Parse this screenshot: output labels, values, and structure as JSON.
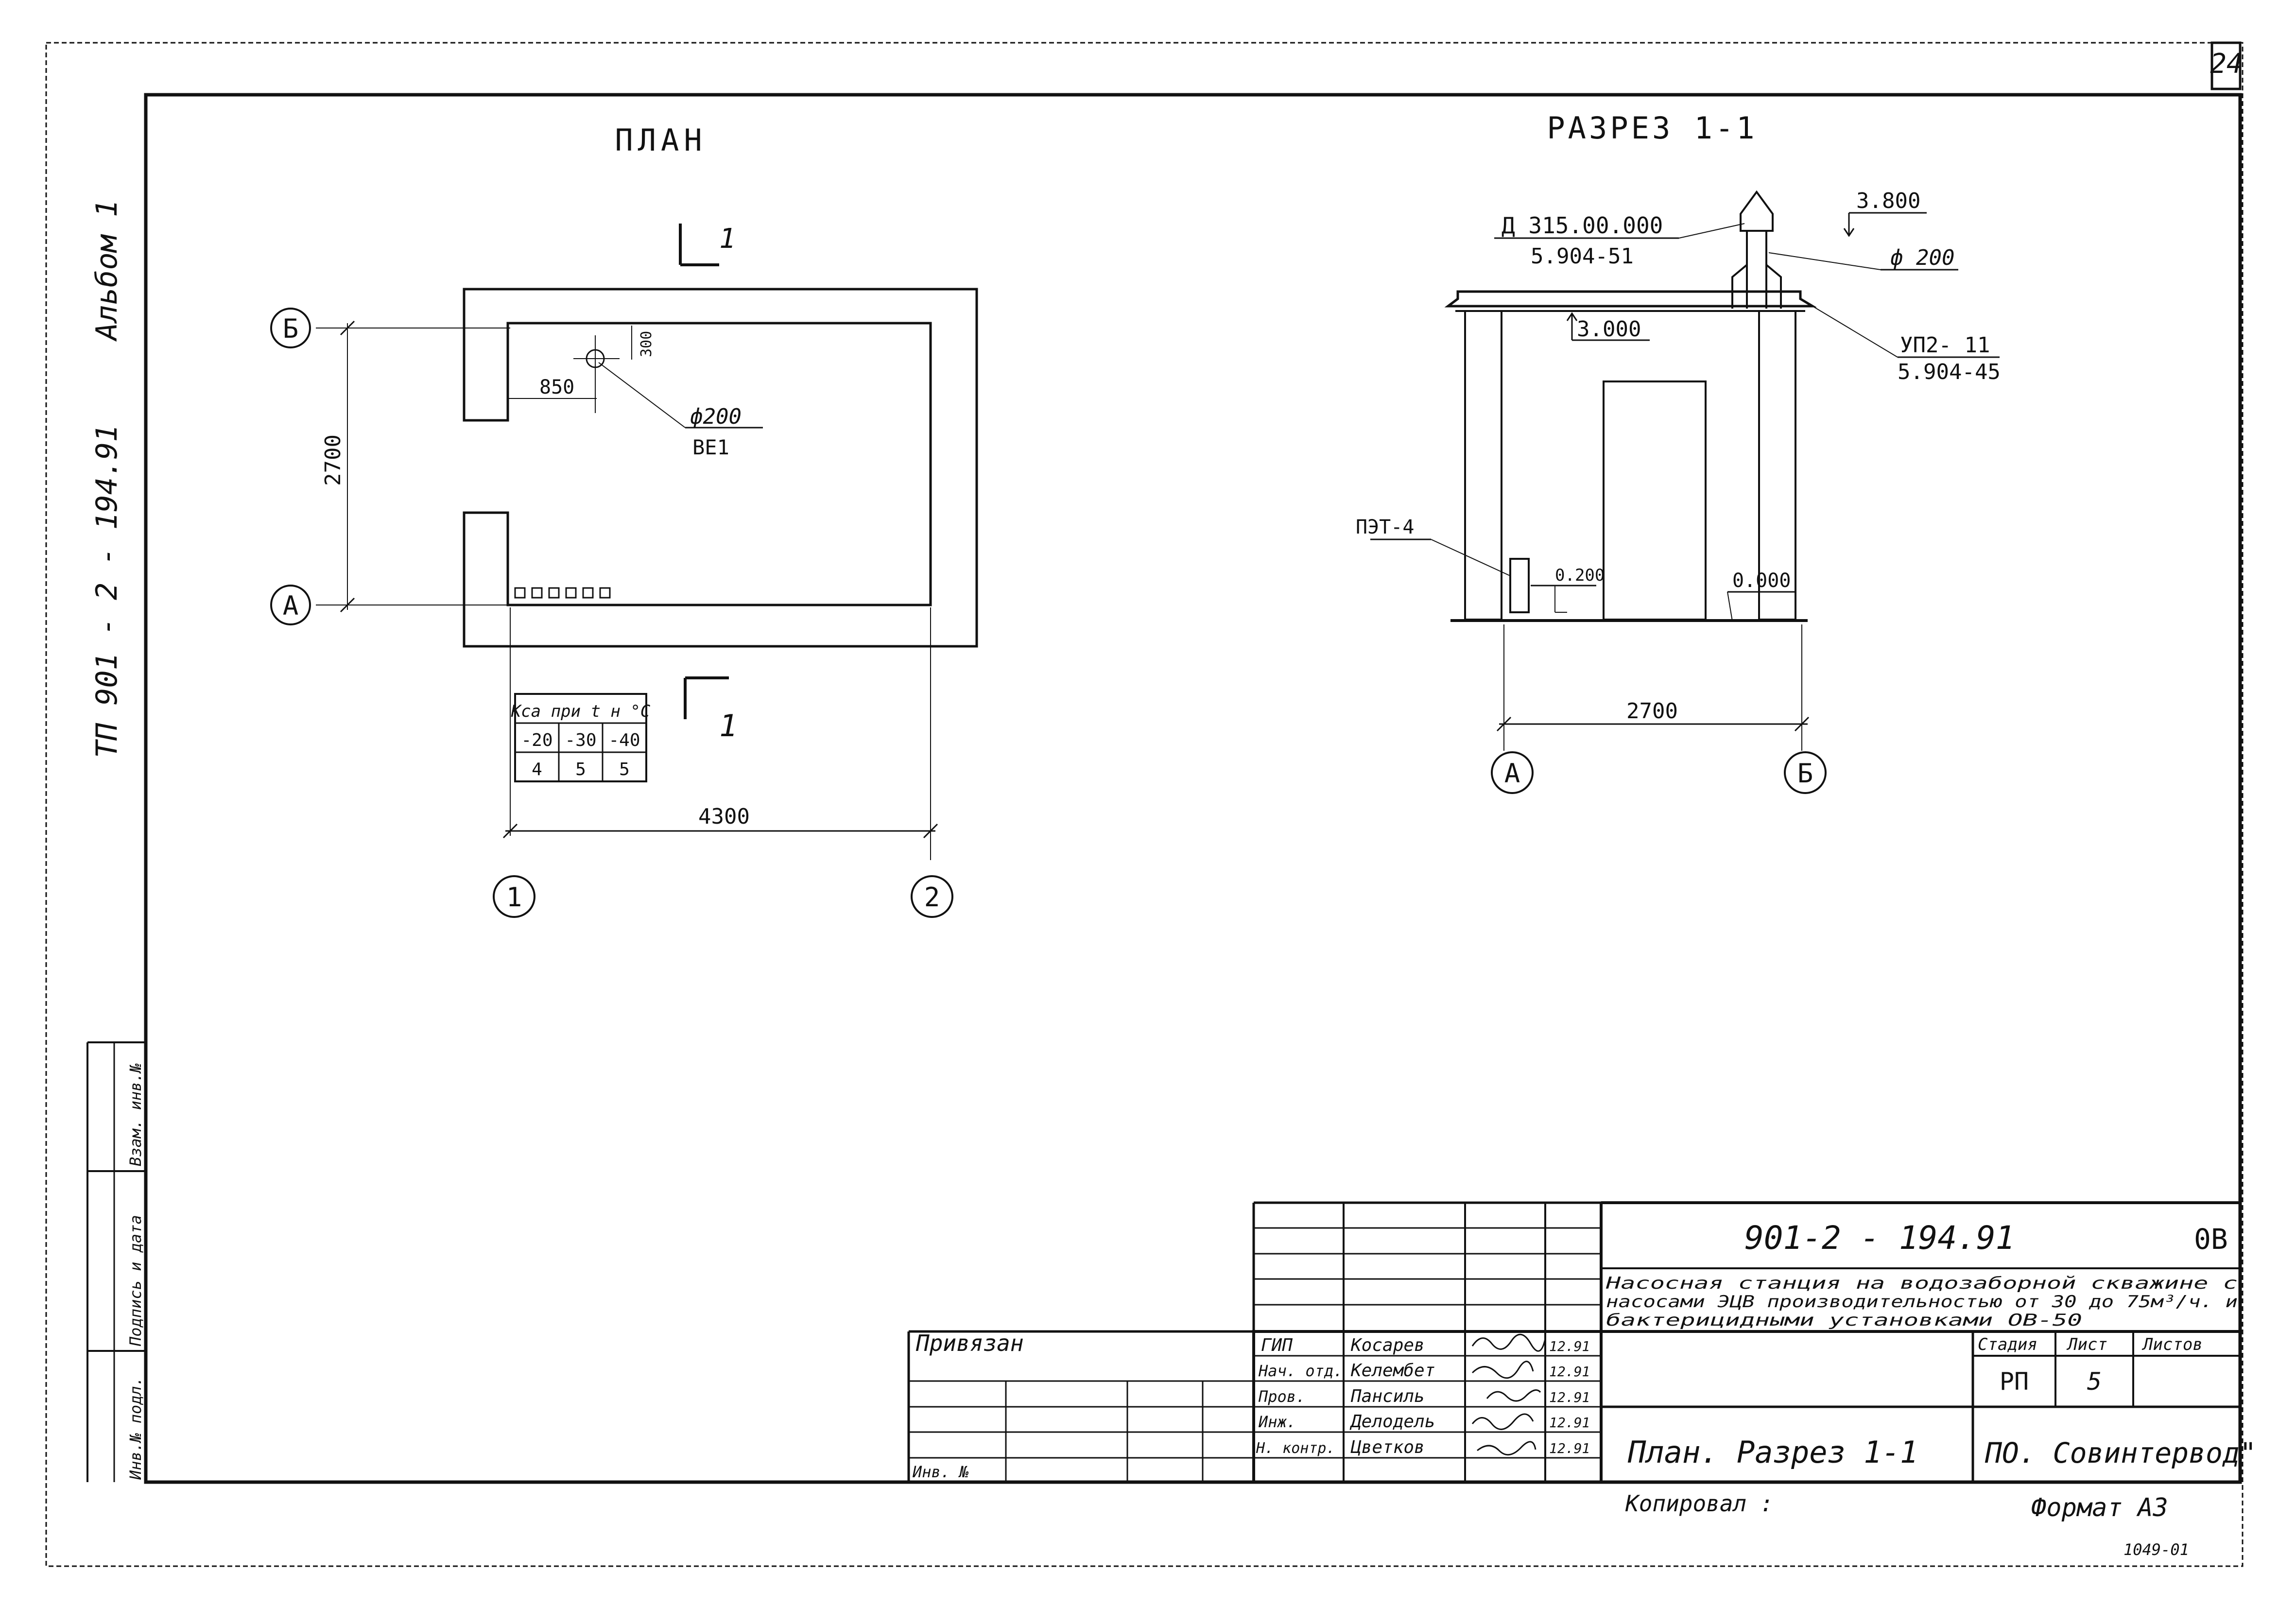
{
  "sheet": {
    "page_number": "24",
    "sheet_code": "0В",
    "format": "Формат А3",
    "copied_by": "Копировал :",
    "stamp_note": "1049-01"
  },
  "side_margin": {
    "album": "Альбом 1",
    "project": "ТП  901 - 2 - 194.91",
    "fields": [
      "Взам. инв.№",
      "Подпись и дата",
      "Инв.№ подл."
    ]
  },
  "plan": {
    "title": "ПЛАН",
    "section_mark": "1",
    "axis_rows": [
      "Б",
      "А"
    ],
    "axis_cols": [
      "1",
      "2"
    ],
    "dim_height": "2700",
    "dim_width": "4300",
    "dim_offset": "850",
    "dim_small": "300",
    "pipe_label": "ф200",
    "pipe_code": "ВЕ1",
    "ksa_table": {
      "header": "Кса при t н °С",
      "row1": [
        "-20",
        "-30",
        "-40"
      ],
      "row2": [
        "4",
        "5",
        "5"
      ]
    }
  },
  "section": {
    "title": "РАЗРЕЗ 1-1",
    "deflector_code": "Д 315.00.000",
    "deflector_series": "5.904-51",
    "pipe": "ф 200",
    "elev_top": "3.800",
    "elev_roof": "3.000",
    "plate_code": "УП2- 11",
    "plate_series": "5.904-45",
    "heater_label": "ПЭТ-4",
    "elev_heater": "0.200",
    "elev_floor": "0.000",
    "dim_width": "2700",
    "axes": [
      "А",
      "Б"
    ]
  },
  "title_block": {
    "doc_code": "901-2 - 194.91",
    "description_lines": [
      "Насосная станция на водозаборной скважине с",
      "насосами ЭЦВ производительностью от 30 до 75м³/ч. и",
      "бактерицидными установками  ОВ-50"
    ],
    "sheet_title": "План. Разрез 1-1",
    "organization": "ПО. Совинтервод\"",
    "stage_label": "Стадия",
    "sheet_label": "Лист",
    "sheets_label": "Листов",
    "stage": "РП",
    "sheet": "5",
    "bound_label": "Привязан",
    "inv_label": "Инв. №",
    "signatures": [
      {
        "role": "ГИП",
        "name": "Косарев",
        "date": "12.91"
      },
      {
        "role": "Нач. отд.",
        "name": "Келембет",
        "date": "12.91"
      },
      {
        "role": "Пров.",
        "name": "Пансиль",
        "date": "12.91"
      },
      {
        "role": "Инж.",
        "name": "Делодель",
        "date": "12.91"
      },
      {
        "role": "Н. контр.",
        "name": "Цветков",
        "date": "12.91"
      }
    ]
  }
}
